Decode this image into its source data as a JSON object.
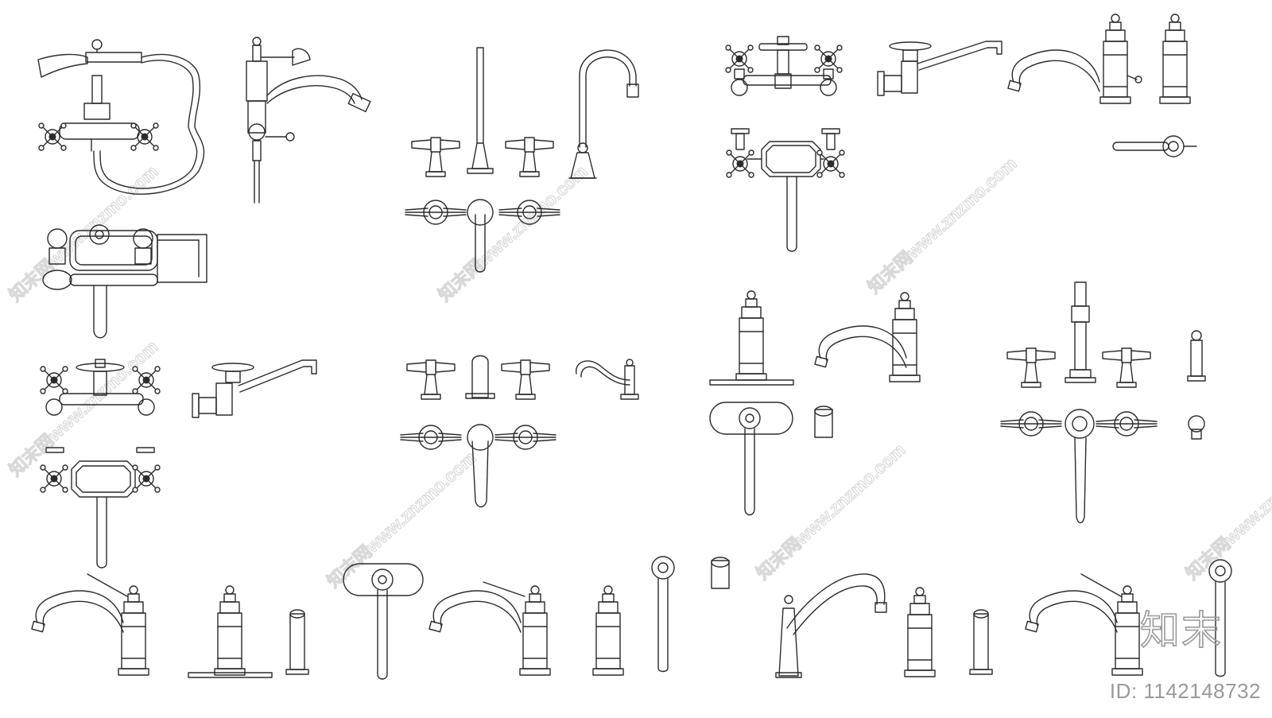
{
  "watermark": {
    "site": "znzmo.com",
    "brand": "知末",
    "asset_id": "ID: 1142148732",
    "color": "#9a9a9a"
  },
  "drawing": {
    "line_color": "#2b2b2b",
    "background": "#ffffff",
    "fixtures": [
      "shower-mixer-with-hose",
      "deck-bridge-faucet-tall",
      "three-hole-widespread-set",
      "gooseneck-faucet",
      "wall-mount-bridge-faucet",
      "wall-mount-swing-spout",
      "single-lever-faucet-set",
      "wall-mixer-with-soap-dish",
      "pull-out-spray"
    ]
  }
}
